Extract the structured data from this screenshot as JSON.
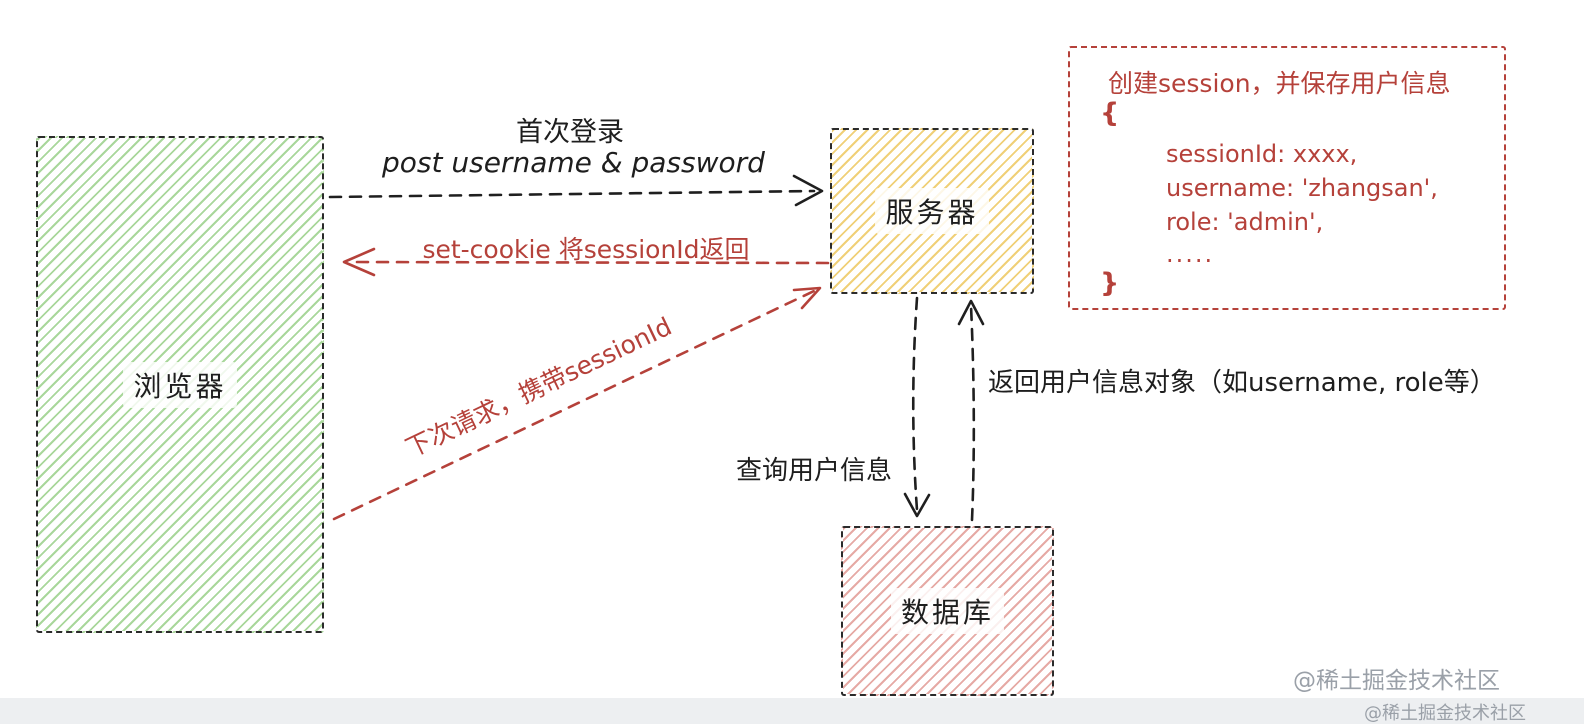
{
  "colors": {
    "ink": "#1f1f1f",
    "red": "#b5413a",
    "green_hatch": "#a9d79b",
    "yellow_hatch": "#f0d078",
    "pink_hatch": "#e6aaa5",
    "watermark": "#9aa0a8"
  },
  "nodes": {
    "browser": {
      "label": "浏览器"
    },
    "server": {
      "label": "服务器"
    },
    "database": {
      "label": "数据库"
    }
  },
  "session_note": {
    "title": "创建session，并保存用户信息",
    "brace_open": "{",
    "lines": [
      "sessionId: xxxx,",
      "username: 'zhangsan',",
      "role: 'admin',",
      "....."
    ],
    "brace_close": "}"
  },
  "edges": {
    "login": {
      "label_line1": "首次登录",
      "label_line2": "post username & password"
    },
    "set_cookie": {
      "label": "set-cookie 将sessionId返回"
    },
    "next_request": {
      "label": "下次请求，携带sessionId"
    },
    "query_user": {
      "label": "查询用户信息"
    },
    "return_user": {
      "label": "返回用户信息对象（如username, role等）"
    }
  },
  "watermarks": {
    "primary": "@稀土掘金技术社区",
    "secondary": "@稀土掘金技术社区"
  }
}
